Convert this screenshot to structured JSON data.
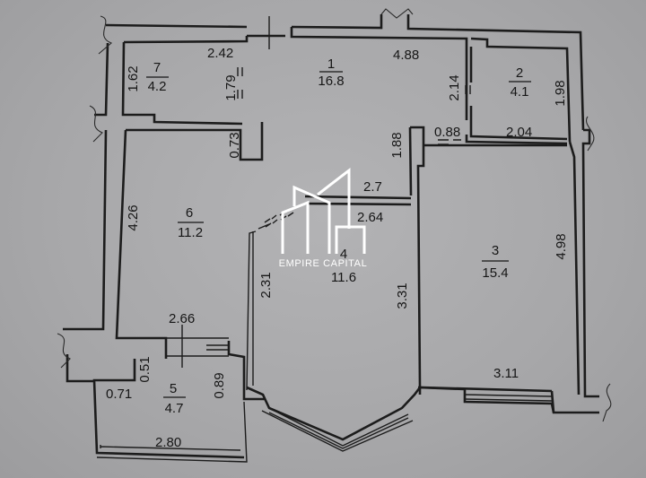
{
  "plan": {
    "rooms": [
      {
        "id": "1",
        "number": "1",
        "area": "16.8"
      },
      {
        "id": "2",
        "number": "2",
        "area": "4.1"
      },
      {
        "id": "3",
        "number": "3",
        "area": "15.4"
      },
      {
        "id": "4",
        "number": "4",
        "area": "11.6"
      },
      {
        "id": "5",
        "number": "5",
        "area": "4.7"
      },
      {
        "id": "6",
        "number": "6",
        "area": "11.2"
      },
      {
        "id": "7",
        "number": "7",
        "area": "4.2"
      }
    ],
    "dimensions": {
      "d_2_42": "2.42",
      "d_1_62": "1.62",
      "d_1_79": "1.79",
      "d_0_73": "0.73",
      "d_4_88": "4.88",
      "d_2_14": "2.14",
      "d_1_98": "1.98",
      "d_0_88": "0.88",
      "d_2_04": "2.04",
      "d_1_88": "1.88",
      "d_2_7": "2.7",
      "d_2_64": "2.64",
      "d_4_26": "4.26",
      "d_2_31": "2.31",
      "d_3_31": "3.31",
      "d_4_98": "4.98",
      "d_3_11": "3.11",
      "d_2_66": "2.66",
      "d_0_51": "0.51",
      "d_0_71": "0.71",
      "d_0_89": "0.89",
      "d_2_80": "2.80"
    }
  },
  "watermark": {
    "text": "EMPIRE CAPITAL",
    "color": "#ffffff"
  },
  "colors": {
    "paper": "#a9a9ab",
    "ink": "#1c1c1c"
  }
}
